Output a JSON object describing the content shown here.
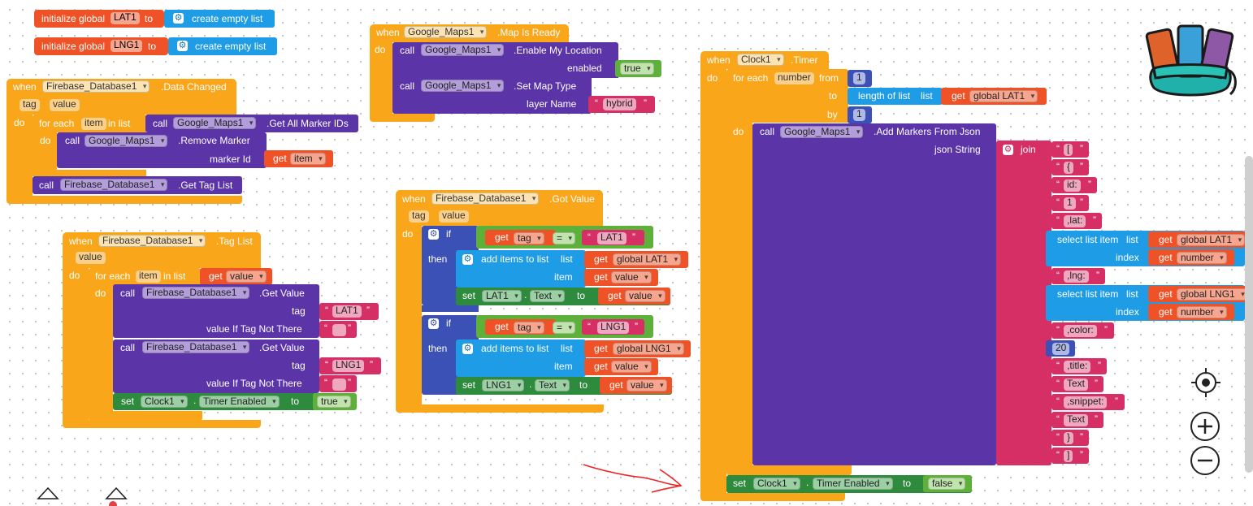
{
  "colors": {
    "orange": "#f9a61b",
    "purple": "#5b34a8",
    "blue": "#1e9ce6",
    "darkgreen": "#2e8b3d",
    "green": "#5db13a",
    "pink": "#d62f66",
    "navy": "#3c51b6",
    "red": "#ee5226"
  },
  "icons": {
    "backpack": "backpack-icon",
    "target": "target-icon",
    "zoom_in": "zoom-in-icon",
    "zoom_out": "zoom-out-icon",
    "gear": "gear-icon"
  },
  "b1": {
    "init": "initialize global",
    "var": "LAT1",
    "to": "to",
    "list": "create empty list"
  },
  "b2": {
    "init": "initialize global",
    "var": "LNG1",
    "to": "to",
    "list": "create empty list"
  },
  "b3": {
    "when": "when",
    "comp": "Google_Maps1",
    "event": ".Map Is Ready",
    "do": "do",
    "call": "call",
    "m1": ".Enable My Location",
    "a1": "enabled",
    "v1": "true",
    "m2": ".Set Map Type",
    "a2": "layer Name",
    "v2": "hybrid"
  },
  "b4": {
    "when": "when",
    "comp": "Firebase_Database1",
    "event": ".Data Changed",
    "p1": "tag",
    "p2": "value",
    "do": "do",
    "foreach": "for each",
    "item": "item",
    "inlist": "in list",
    "call": "call",
    "maps": "Google_Maps1",
    "m1": ".Get All Marker IDs",
    "do2": "do",
    "m2": ".Remove Marker",
    "a2": "marker Id",
    "get": "get",
    "getv": "item",
    "fb": "Firebase_Database1",
    "m3": ".Get Tag List"
  },
  "b5": {
    "when": "when",
    "comp": "Firebase_Database1",
    "event": ".Tag List",
    "p1": "value",
    "do": "do",
    "foreach": "for each",
    "item": "item",
    "inlist": "in list",
    "get": "get",
    "getv": "value",
    "do2": "do",
    "call": "call",
    "m": ".Get Value",
    "tag": "tag",
    "lat": "LAT1",
    "notthere": "value If Tag Not There",
    "lng": "LNG1",
    "set": "set",
    "clock": "Clock1",
    "prop": "Timer Enabled",
    "to": "to",
    "val": "true"
  },
  "b6": {
    "when": "when",
    "comp": "Firebase_Database1",
    "event": ".Got Value",
    "p1": "tag",
    "p2": "value",
    "do": "do",
    "if": "if",
    "get": "get",
    "tag": "tag",
    "eq": "=",
    "lat": "LAT1",
    "then": "then",
    "add": "add items to list",
    "list": "list",
    "glat": "global LAT1",
    "item": "item",
    "value": "value",
    "set": "set",
    "text": "Text",
    "to": "to",
    "lng": "LNG1",
    "glng": "global LNG1"
  },
  "b7": {
    "when": "when",
    "comp": "Clock1",
    "event": ".Timer",
    "do": "do",
    "foreach": "for each",
    "num": "number",
    "from": "from",
    "n1": "1",
    "to": "to",
    "length": "length of list",
    "list": "list",
    "get": "get",
    "glat": "global LAT1",
    "by": "by",
    "do2": "do",
    "call": "call",
    "maps": "Google_Maps1",
    "m": ".Add Markers From Json",
    "json": "json String",
    "join": "join",
    "s1": "[",
    "s2": "{",
    "s3": "id:",
    "s4": "1",
    "s5": ",lat:",
    "sel": "select list item",
    "index": "index",
    "number": "number",
    "s6": ",lng:",
    "glng": "global LNG1",
    "s7": ",color:",
    "n20": "20",
    "s8": ",title:",
    "s9": "Text",
    "s10": ",snippet:",
    "s11": "Text",
    "s12": "}",
    "s13": "]",
    "set": "set",
    "clock": "Clock1",
    "prop": "Timer Enabled",
    "val": "false"
  }
}
